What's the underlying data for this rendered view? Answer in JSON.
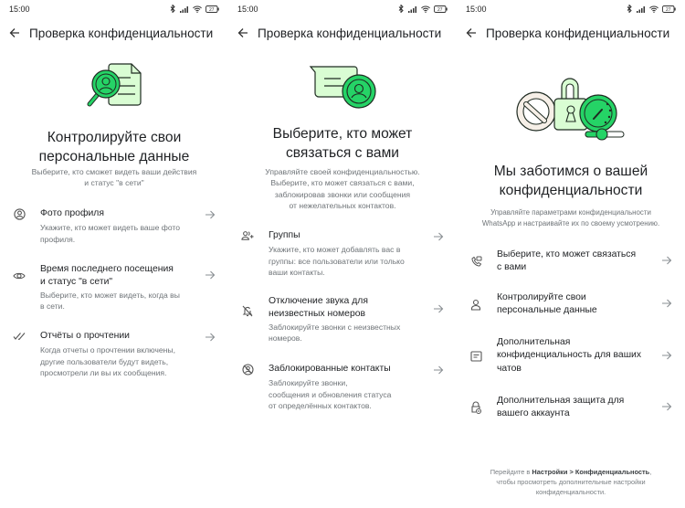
{
  "status_bar": {
    "time": "15:00",
    "battery": "27"
  },
  "accent_color": "#25d366",
  "screens": [
    {
      "app_bar": {
        "title": "Проверка конфиденциальности"
      },
      "illustration": "magnifier-document-illustration",
      "headline": "Контролируйте свои персональные данные",
      "headline_lines": [
        "Контролируйте свои",
        "персональные данные"
      ],
      "subtext_lines": [
        "Выберите, кто сможет видеть ваши действия",
        "и статус \"в сети\""
      ],
      "items": [
        {
          "icon": "profile-photo-icon",
          "title_lines": [
            "Фото профиля"
          ],
          "desc_lines": [
            "Укажите, кто может видеть ваше фото",
            "профиля."
          ]
        },
        {
          "icon": "eye-icon",
          "title_lines": [
            "Время последнего посещения",
            "и статус \"в сети\""
          ],
          "desc_lines": [
            "Выберите, кто может видеть, когда вы",
            "в сети."
          ]
        },
        {
          "icon": "double-check-icon",
          "title_lines": [
            "Отчёты о прочтении"
          ],
          "desc_lines": [
            "Когда отчеты о прочтении включены,",
            "другие пользователи будут видеть,",
            "просмотрели ли вы их сообщения."
          ]
        }
      ]
    },
    {
      "app_bar": {
        "title": "Проверка конфиденциальности"
      },
      "illustration": "chat-bubble-contact-illustration",
      "headline_lines": [
        "Выберите, кто может",
        "связаться с вами"
      ],
      "subtext_lines": [
        "Управляйте своей конфиденциальностью.",
        "Выберите, кто может связаться с вами,",
        "заблокировав звонки или сообщения",
        "от нежелательных контактов."
      ],
      "items": [
        {
          "icon": "group-add-icon",
          "title_lines": [
            "Группы"
          ],
          "desc_lines": [
            "Укажите, кто может добавлять вас в",
            "группы: все пользователи или только",
            "ваши контакты."
          ]
        },
        {
          "icon": "mute-bell-icon",
          "title_lines": [
            "Отключение звука для",
            "неизвестных номеров"
          ],
          "desc_lines": [
            "Заблокируйте звонки с неизвестных",
            "номеров."
          ]
        },
        {
          "icon": "blocked-contact-icon",
          "title_lines": [
            "Заблокированные контакты"
          ],
          "desc_lines": [
            "Заблокируйте звонки,",
            "сообщения и обновления статуса",
            "от определённых контактов."
          ]
        }
      ]
    },
    {
      "app_bar": {
        "title": "Проверка конфиденциальности"
      },
      "illustration": "lock-timer-block-illustration",
      "headline_lines": [
        "Мы заботимся о вашей",
        "конфиденциальности"
      ],
      "subtext_lines": [
        "Управляйте параметрами конфиденциальности",
        "WhatsApp и настраивайте их по своему усмотрению."
      ],
      "items": [
        {
          "icon": "contact-phone-icon",
          "title_lines": [
            "Выберите, кто может связаться",
            "с вами"
          ]
        },
        {
          "icon": "person-icon",
          "title_lines": [
            "Контролируйте свои",
            "персональные данные"
          ]
        },
        {
          "icon": "chat-list-icon",
          "title_lines": [
            "Дополнительная",
            "конфиденциальность для ваших",
            "чатов"
          ]
        },
        {
          "icon": "account-lock-icon",
          "title_lines": [
            "Дополнительная защита для",
            "вашего аккаунта"
          ]
        }
      ],
      "footer": {
        "prefix": "Перейдите в ",
        "path": "Настройки > Конфиденциальность",
        "suffix_line1": ",",
        "line2": "чтобы просмотреть дополнительные настройки",
        "line3": "конфиденциальности."
      }
    }
  ]
}
